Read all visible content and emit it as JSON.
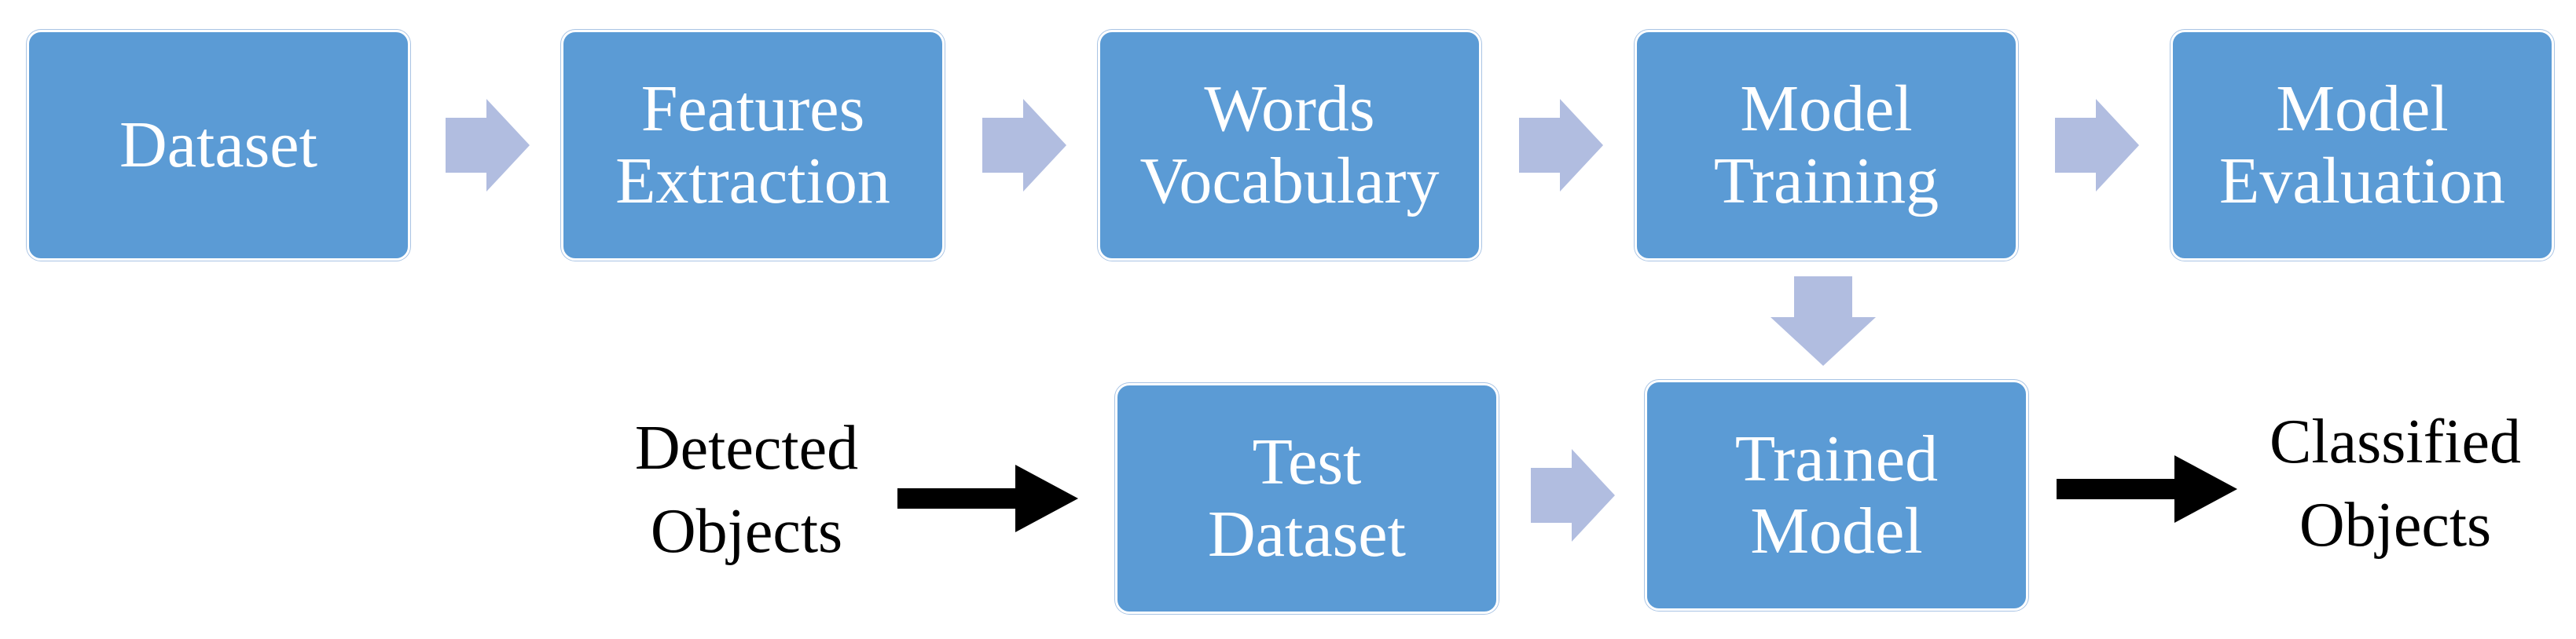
{
  "colors": {
    "box_fill": "#5b9bd5",
    "box_border": "#ffffff",
    "flow_arrow": "#b1bde0",
    "text_on_box": "#ffffff",
    "outer_text": "#000000",
    "black_arrow": "#000000"
  },
  "pipeline": {
    "dataset": {
      "line1": "Dataset"
    },
    "features": {
      "line1": "Features",
      "line2": "Extraction"
    },
    "vocabulary": {
      "line1": "Words",
      "line2": "Vocabulary"
    },
    "training": {
      "line1": "Model",
      "line2": "Training"
    },
    "evaluation": {
      "line1": "Model",
      "line2": "Evaluation"
    }
  },
  "inference": {
    "input": {
      "line1": "Detected",
      "line2": "Objects"
    },
    "test_dataset": {
      "line1": "Test",
      "line2": "Dataset"
    },
    "trained_model": {
      "line1": "Trained",
      "line2": "Model"
    },
    "output": {
      "line1": "Classified",
      "line2": "Objects"
    }
  }
}
